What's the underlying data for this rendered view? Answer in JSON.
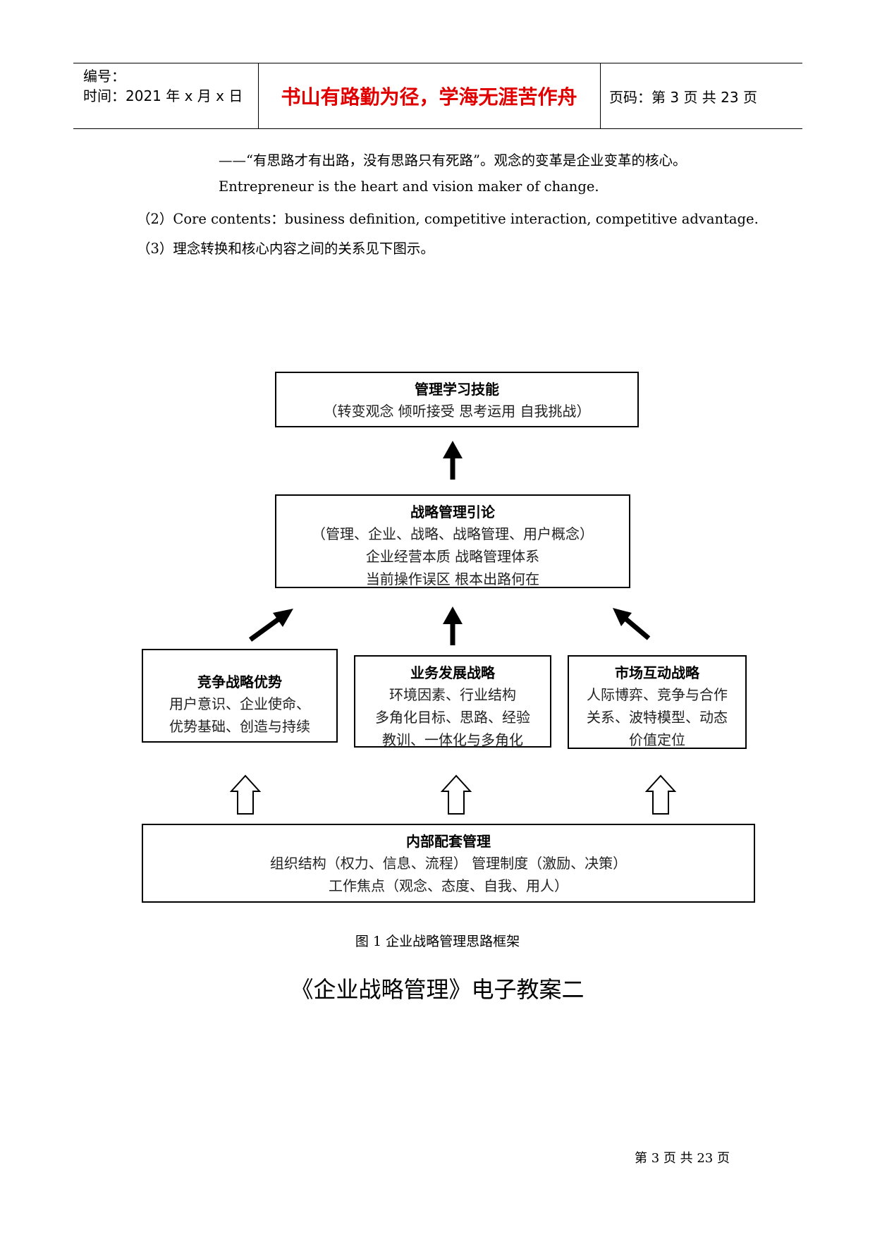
{
  "header": {
    "number_label": "编号：",
    "time_label": "时间：2021 年 x 月 x 日",
    "motto": "书山有路勤为径，学海无涯苦作舟",
    "page_info": "页码：第 3 页  共 23 页"
  },
  "body": {
    "line1": "——“有思路才有出路，没有思路只有死路”。观念的变革是企业变革的核心。",
    "line2": "Entrepreneur is the heart and vision maker of change.",
    "line3": "（2）Core contents：business definition, competitive interaction, competitive advantage.",
    "line4": "（3）理念转换和核心内容之间的关系见下图示。"
  },
  "diagram": {
    "top": {
      "title": "管理学习技能",
      "lines": [
        "（转变观念    倾听接受    思考运用    自我挑战）"
      ]
    },
    "middle": {
      "title": "战略管理引论",
      "lines": [
        "（管理、企业、战略、战略管理、用户概念）",
        "企业经营本质          战略管理体系",
        "当前操作误区          根本出路何在"
      ]
    },
    "left": {
      "title": "竞争战略优势",
      "lines": [
        "用户意识、企业使命、",
        "优势基础、创造与持续"
      ]
    },
    "center": {
      "title": "业务发展战略",
      "lines": [
        "环境因素、行业结构",
        "多角化目标、思路、经验",
        "教训、一体化与多角化"
      ]
    },
    "right": {
      "title": "市场互动战略",
      "lines": [
        "人际博弈、竞争与合作",
        "关系、波特模型、动态",
        "价值定位"
      ]
    },
    "bottom": {
      "title": "内部配套管理",
      "lines": [
        "组织结构（权力、信息、流程）  管理制度（激励、决策）",
        "工作焦点（观念、态度、自我、用人）"
      ]
    }
  },
  "caption": "图 1  企业战略管理思路框架",
  "doc_title": "《企业战略管理》电子教案二",
  "footer": "第  3  页  共  23  页"
}
